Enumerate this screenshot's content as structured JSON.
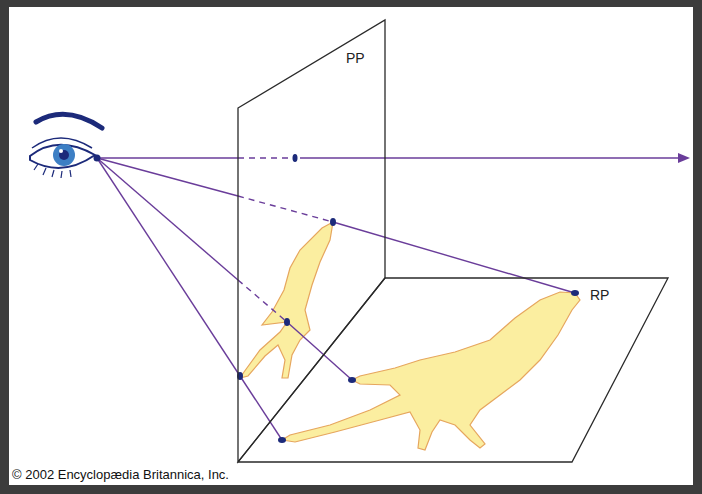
{
  "diagram": {
    "nodes": [
      {
        "text": [
          "PP"
        ]
      },
      {
        "text": [
          "RP"
        ]
      }
    ],
    "labels": [
      "© 2002 Encyclopædia Britannica, Inc."
    ]
  }
}
